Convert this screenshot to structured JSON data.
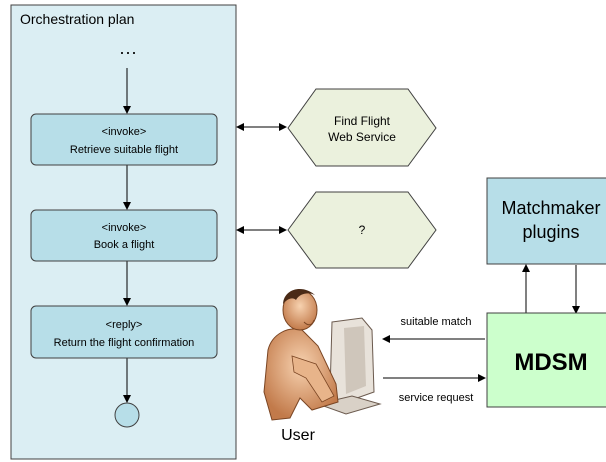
{
  "orchestration": {
    "title": "Orchestration plan",
    "ellipsis": "···",
    "steps": [
      {
        "tag": "<invoke>",
        "label": "Retrieve suitable flight"
      },
      {
        "tag": "<invoke>",
        "label": "Book a flight"
      },
      {
        "tag": "<reply>",
        "label": "Return the flight confirmation"
      }
    ]
  },
  "services": [
    {
      "line1": "Find Flight",
      "line2": "Web Service"
    },
    {
      "line1": "?",
      "line2": ""
    }
  ],
  "matchmaker": {
    "line1": "Matchmaker",
    "line2": "plugins"
  },
  "mdsm": {
    "label": "MDSM"
  },
  "arrows": {
    "suitable_match": "suitable match",
    "service_request": "service request"
  },
  "user": {
    "label": "User"
  },
  "colors": {
    "panel_fill": "#dbeef3",
    "step_fill": "#b7dee8",
    "hex_fill": "#ebf1dd",
    "matchmaker_fill": "#b7dee8",
    "mdsm_fill": "#ccffcc",
    "end_node_fill": "#b7dee8",
    "stroke": "#404040"
  }
}
